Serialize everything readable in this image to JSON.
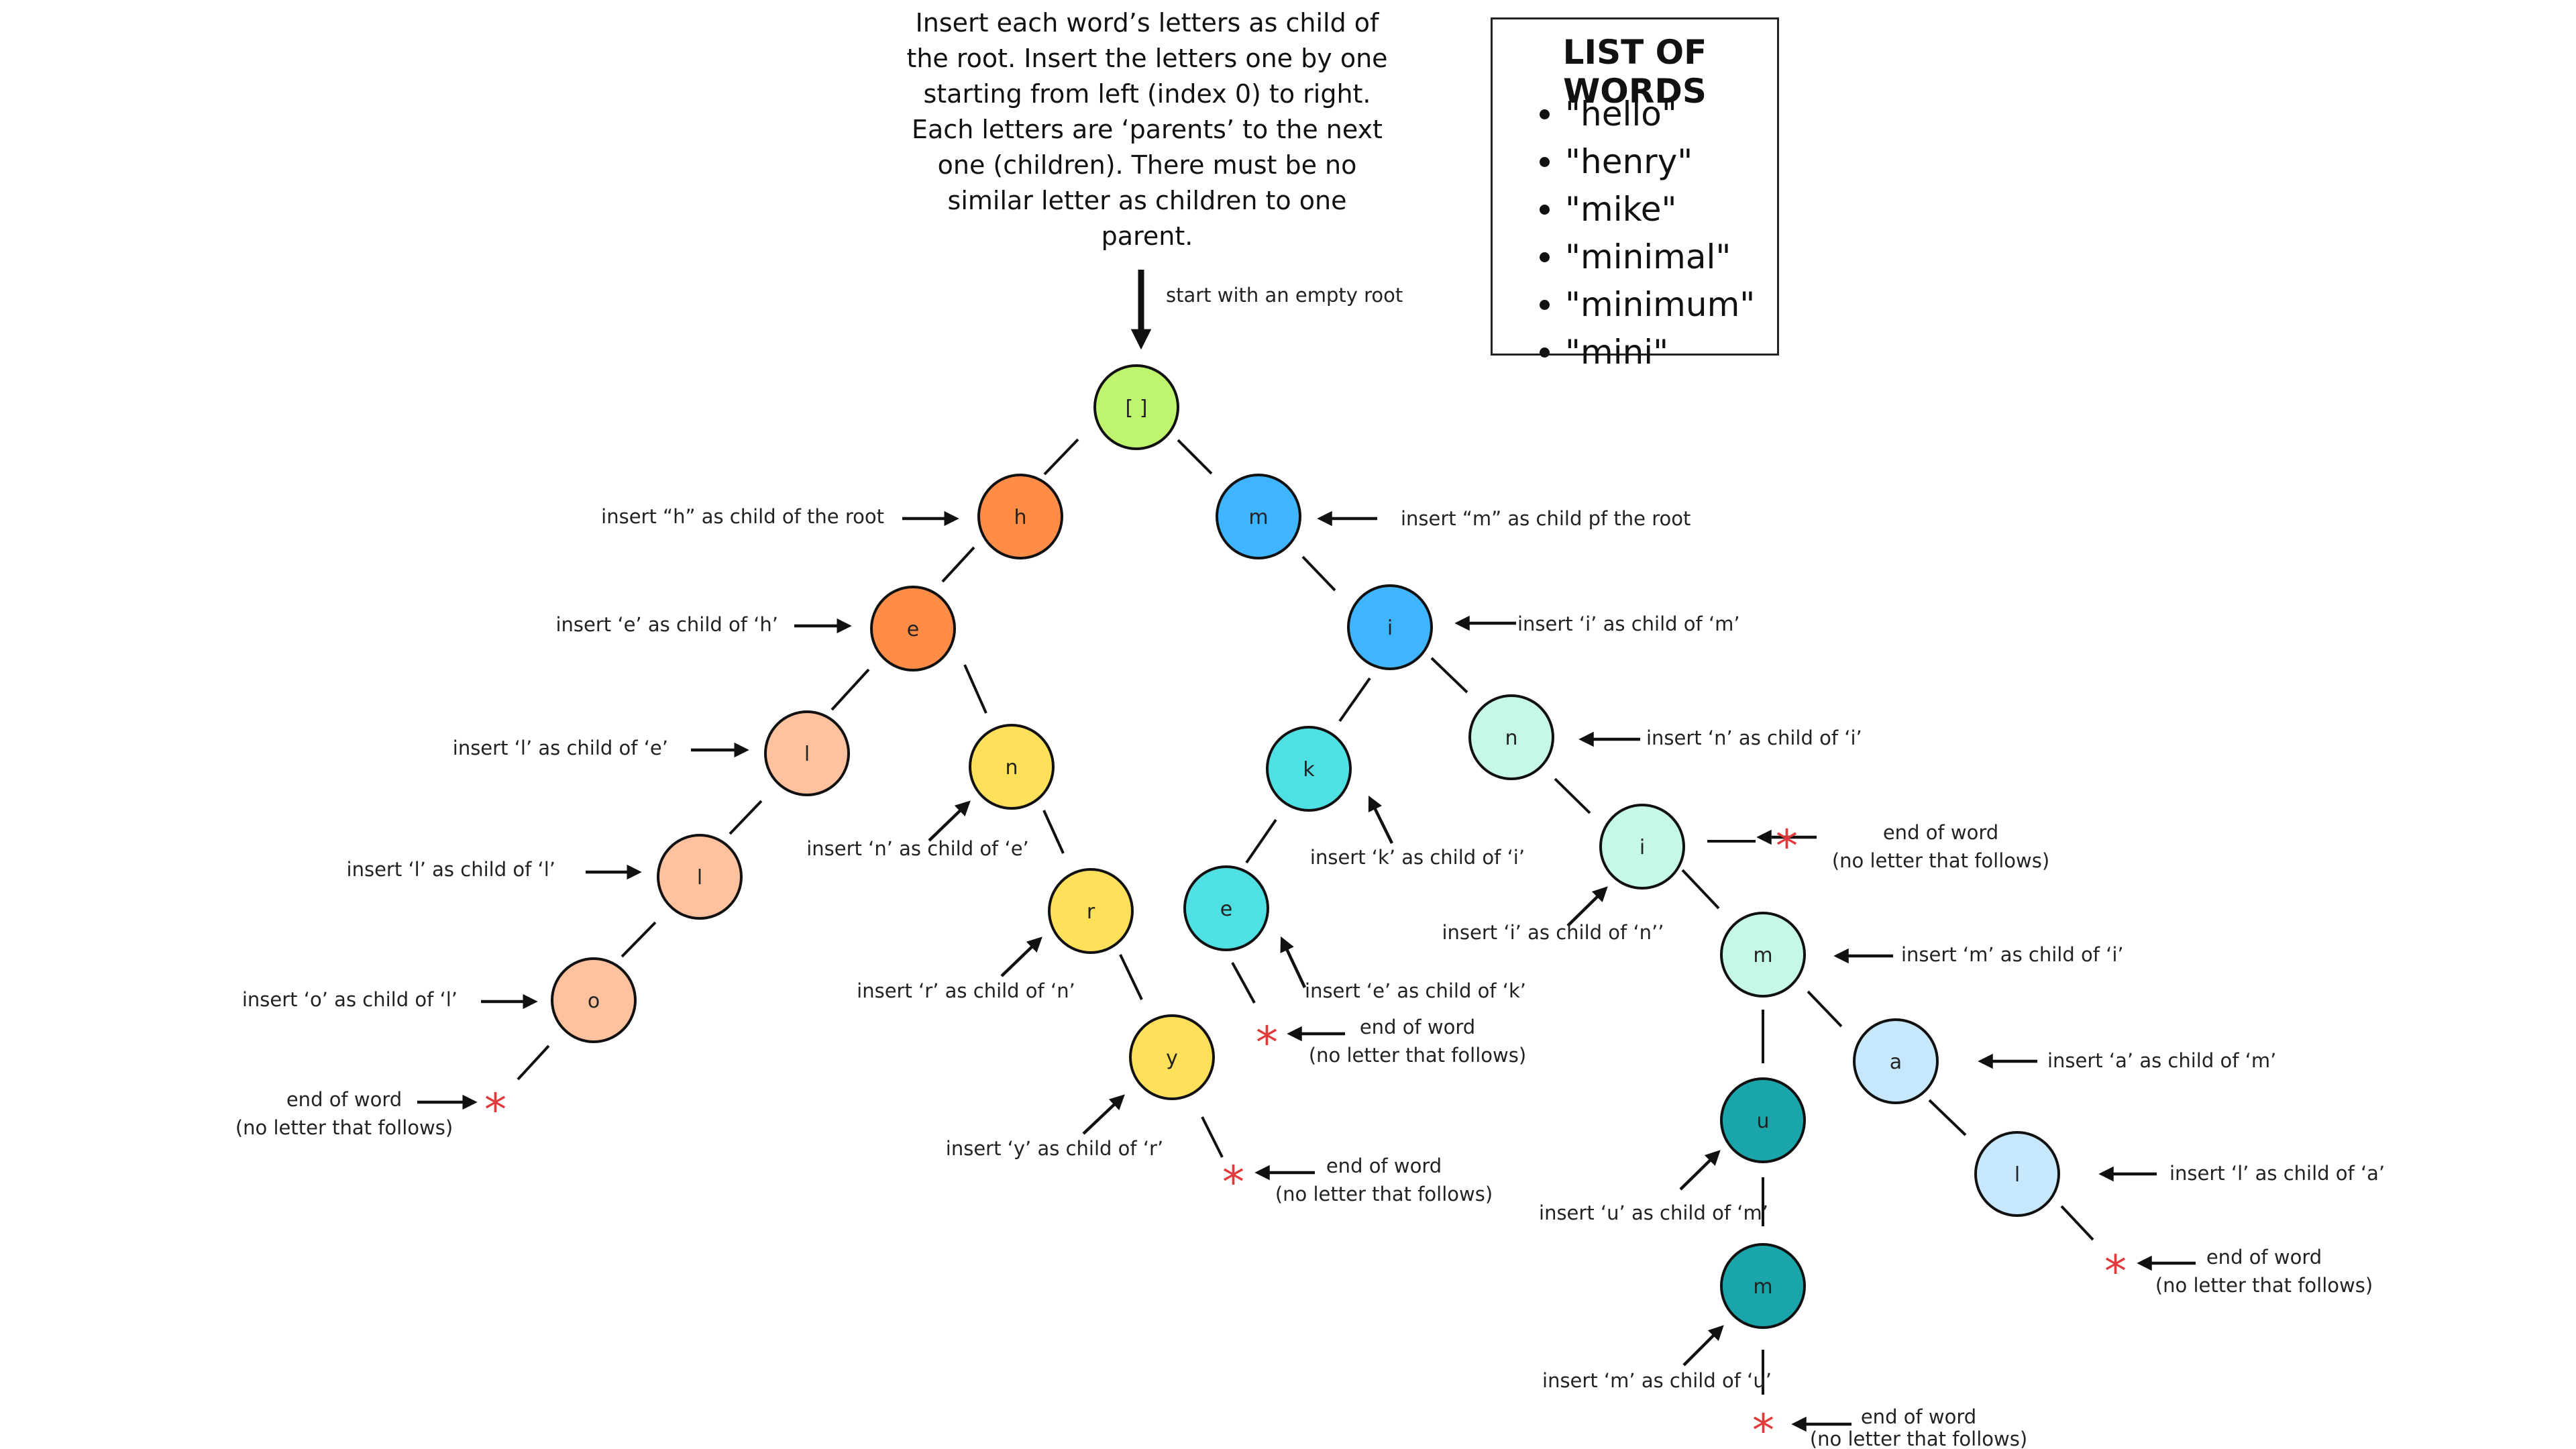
{
  "intro": {
    "lines": [
      "Insert each word’s letters as child of",
      "the root. Insert the letters one by one",
      "starting from left (index 0) to right.",
      "Each letters are ‘parents’ to the next",
      "one (children). There must be no",
      "similar letter as children to one",
      "parent."
    ]
  },
  "word_list": {
    "title": "LIST OF WORDS",
    "words": [
      "\"hello\"",
      "\"henry\"",
      "\"mike\"",
      "\"minimal\"",
      "\"minimum\"",
      "\"mini\""
    ]
  },
  "root_label": "start with an empty root",
  "nodes": [
    {
      "id": "root",
      "letter": "[ ]",
      "color": "#bff56e"
    },
    {
      "id": "h",
      "letter": "h",
      "color": "#ff8c47"
    },
    {
      "id": "e1",
      "letter": "e",
      "color": "#ff8c47"
    },
    {
      "id": "l1",
      "letter": "l",
      "color": "#ffc19e"
    },
    {
      "id": "l2",
      "letter": "l",
      "color": "#ffc19e"
    },
    {
      "id": "o",
      "letter": "o",
      "color": "#ffc19e"
    },
    {
      "id": "n1",
      "letter": "n",
      "color": "#ffe05a"
    },
    {
      "id": "r",
      "letter": "r",
      "color": "#ffe05a"
    },
    {
      "id": "y",
      "letter": "y",
      "color": "#ffe05a"
    },
    {
      "id": "m1",
      "letter": "m",
      "color": "#3fb4ff"
    },
    {
      "id": "i1",
      "letter": "i",
      "color": "#3fb4ff"
    },
    {
      "id": "k",
      "letter": "k",
      "color": "#4fe0e4"
    },
    {
      "id": "e2",
      "letter": "e",
      "color": "#4fe0e4"
    },
    {
      "id": "n2",
      "letter": "n",
      "color": "#c6f9e5"
    },
    {
      "id": "i2",
      "letter": "i",
      "color": "#c6f9e5"
    },
    {
      "id": "m2",
      "letter": "m",
      "color": "#c6f9e5"
    },
    {
      "id": "a",
      "letter": "a",
      "color": "#c6e7fc"
    },
    {
      "id": "l3",
      "letter": "l",
      "color": "#c6e7fc"
    },
    {
      "id": "u",
      "letter": "u",
      "color": "#1aa5aa"
    },
    {
      "id": "m3",
      "letter": "m",
      "color": "#1aa5aa"
    }
  ],
  "insert_labels": {
    "h": "insert “h” as child of the root",
    "m1": "insert “m” as child pf the root",
    "e1": "insert ‘e’ as child of ‘h’",
    "i1": "insert ‘i’ as child of ‘m’",
    "l1": "insert ‘l’ as child of ‘e’",
    "n2": "insert ‘n’ as child of ‘i’",
    "l2": "insert ‘l’ as child of ‘l’",
    "n1": "insert ‘n’ as child of ‘e’",
    "k": "insert ‘k’ as child of ‘i’",
    "i2": "insert ‘i’ as child of ‘n’’",
    "o": "insert ‘o’ as child of ‘l’",
    "r": "insert ‘r’ as child of ‘n’",
    "e2": "insert ‘e’ as child of ‘k’",
    "m2": "insert ‘m’ as child of ‘i’",
    "a": "insert ‘a’ as child of ‘m’",
    "y": "insert ‘y’ as child of ‘r’",
    "l3": "insert ‘l’ as child of ‘a’",
    "u": "insert ‘u’ as child of ‘m’",
    "m3": "insert ‘m’ as child of ‘u’"
  },
  "end_marker": {
    "symbol": "*",
    "line1": "end of word",
    "line2": "(no letter that follows)"
  },
  "colors": {
    "end_marker": "#e03a3a",
    "line": "#111111"
  }
}
